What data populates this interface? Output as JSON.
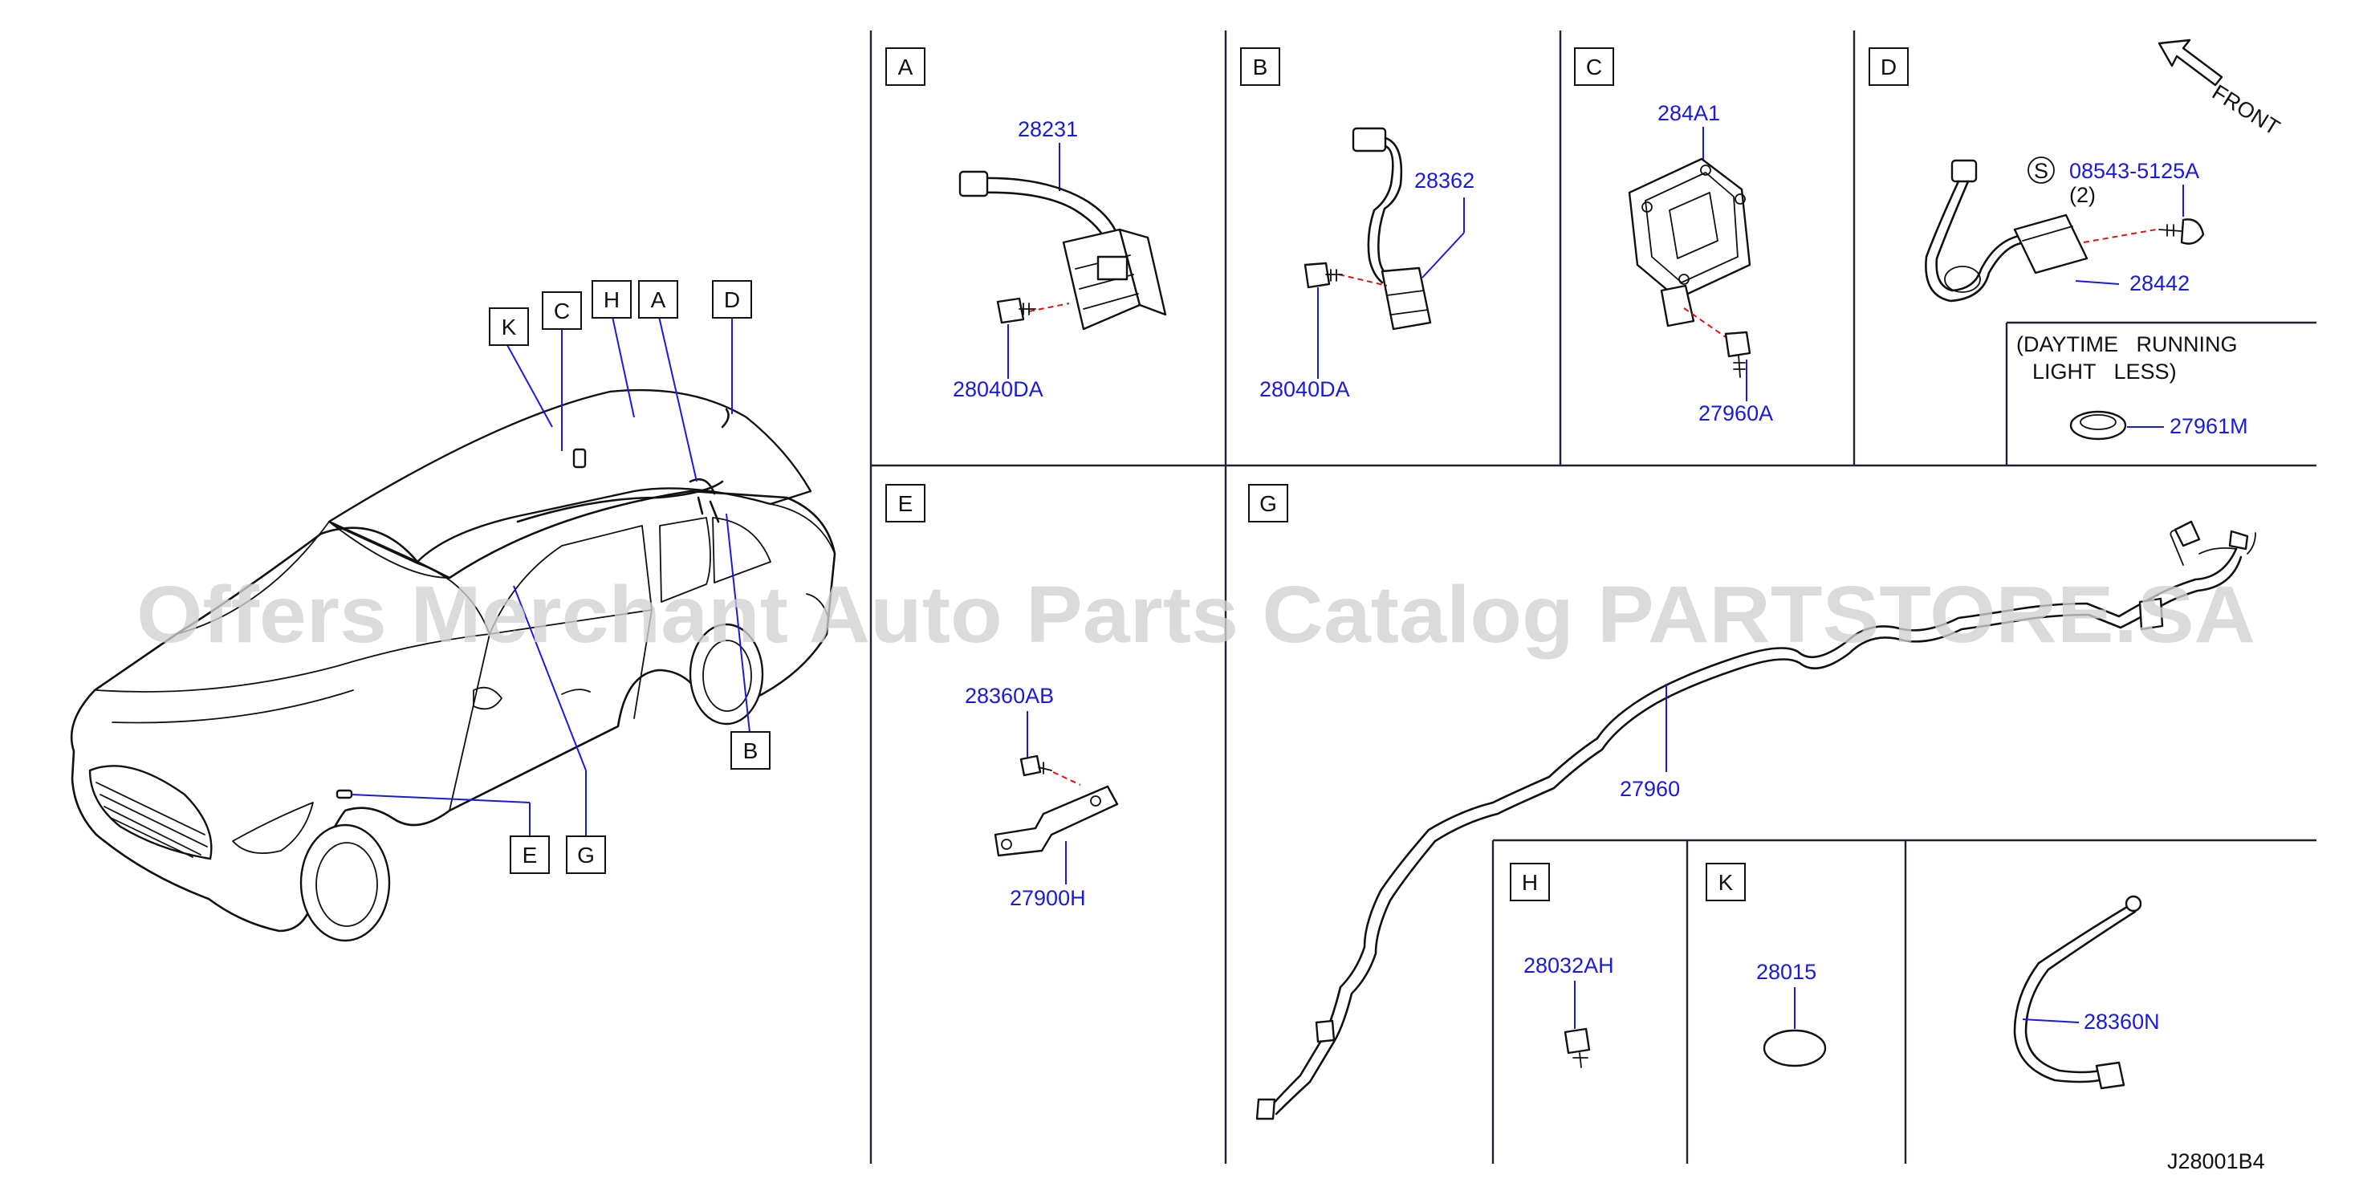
{
  "diagram": {
    "code": "J28001B4",
    "watermark": "Offers Merchant Auto Parts Catalog PARTSTORE.SA",
    "front_label": "FRONT",
    "car_callouts": [
      "K",
      "C",
      "H",
      "A",
      "D",
      "B",
      "E",
      "G"
    ],
    "sections": {
      "A": {
        "letter": "A",
        "parts": [
          "28231",
          "28040DA"
        ]
      },
      "B": {
        "letter": "B",
        "parts": [
          "28362",
          "28040DA"
        ]
      },
      "C": {
        "letter": "C",
        "parts": [
          "284A1",
          "27960A"
        ]
      },
      "D": {
        "letter": "D",
        "parts": [
          "08543-5125A",
          "28442",
          "27961M"
        ],
        "screw_symbol": "S",
        "screw_qty": "(2)",
        "note_line1": "(DAYTIME   RUNNING",
        "note_line2": "LIGHT   LESS)"
      },
      "E": {
        "letter": "E",
        "parts": [
          "28360AB",
          "27900H"
        ]
      },
      "G": {
        "letter": "G",
        "parts": [
          "27960",
          "28360N"
        ]
      },
      "H": {
        "letter": "H",
        "parts": [
          "28032AH"
        ]
      },
      "K": {
        "letter": "K",
        "parts": [
          "28015"
        ]
      }
    }
  }
}
